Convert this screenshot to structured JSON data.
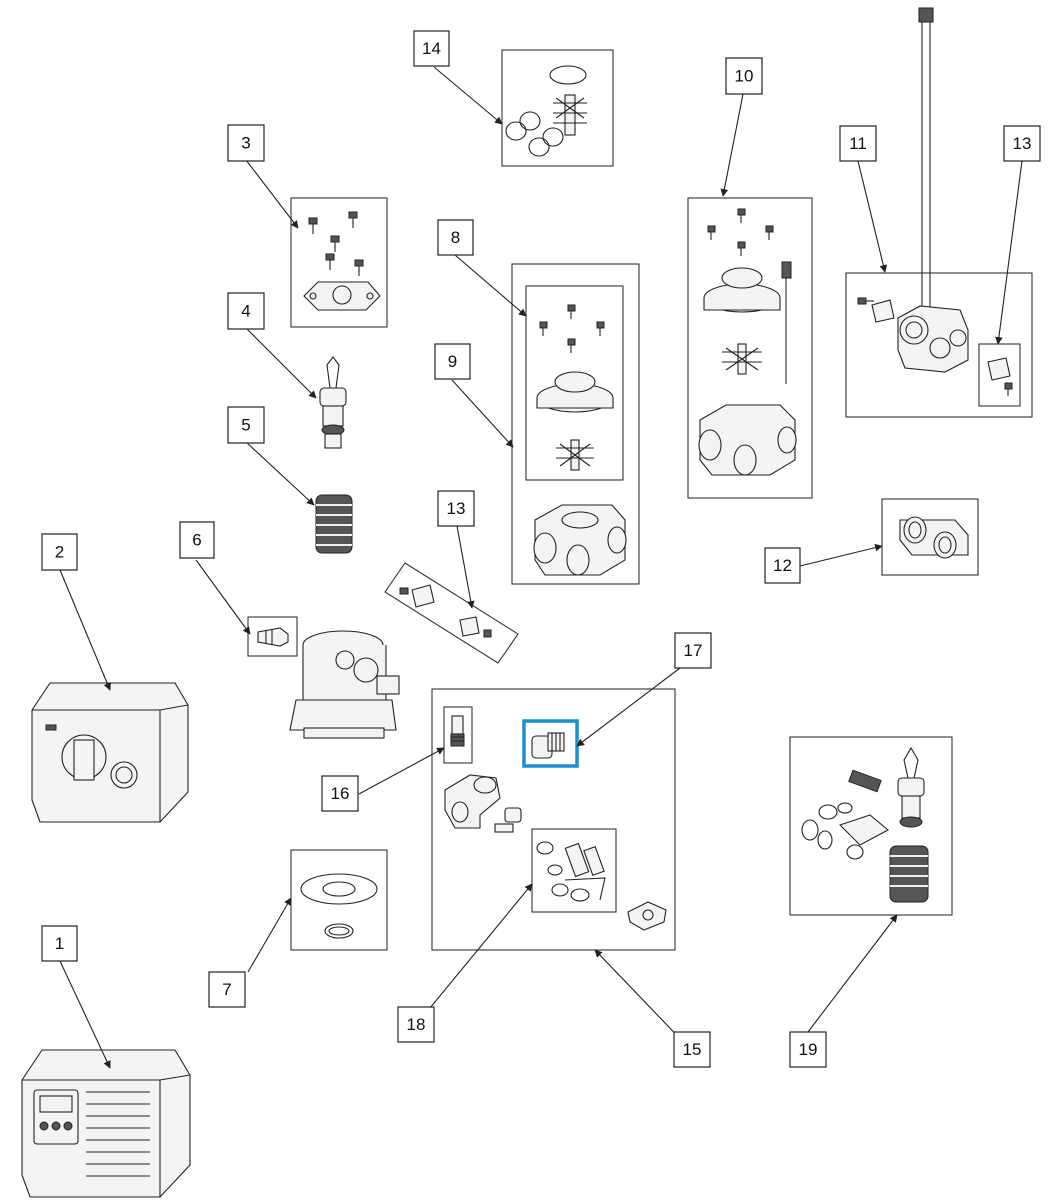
{
  "callouts": {
    "c1": "1",
    "c2": "2",
    "c3": "3",
    "c4": "4",
    "c5": "5",
    "c6": "6",
    "c7": "7",
    "c8": "8",
    "c9": "9",
    "c10": "10",
    "c11": "11",
    "c12": "12",
    "c13a": "13",
    "c13b": "13",
    "c14": "14",
    "c15": "15",
    "c16": "16",
    "c17": "17",
    "c18": "18",
    "c19": "19"
  },
  "colors": {
    "highlight": "#1a8fd1",
    "line": "#222222"
  },
  "highlighted_part": "17"
}
